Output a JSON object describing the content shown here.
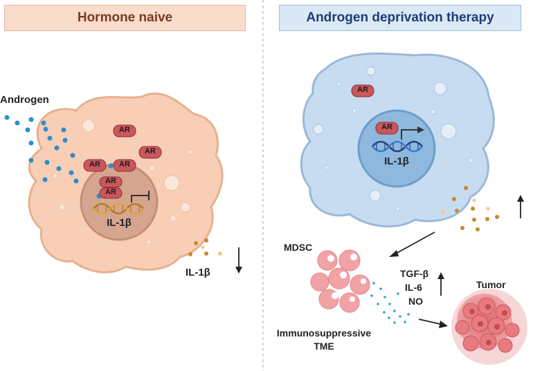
{
  "panels": {
    "left_title": "Hormone naive",
    "right_title": "Androgen deprivation therapy"
  },
  "labels": {
    "androgen": "Androgen",
    "ar": "AR",
    "il1b": "IL-1β",
    "mdsc": "MDSC",
    "tgf": "TGF-β",
    "il6": "IL-6",
    "no": "NO",
    "tumor": "Tumor",
    "tme_line1": "Immunosuppressive",
    "tme_line2": "TME"
  },
  "colors": {
    "left_cell": "#f8cfb6",
    "right_cell": "#c7dcf0",
    "ar_badge": "#c9575c",
    "androgen_dot": "#2a8fcc",
    "cytokine_dot": "#c8892e",
    "tumor": "#e78a8e"
  }
}
